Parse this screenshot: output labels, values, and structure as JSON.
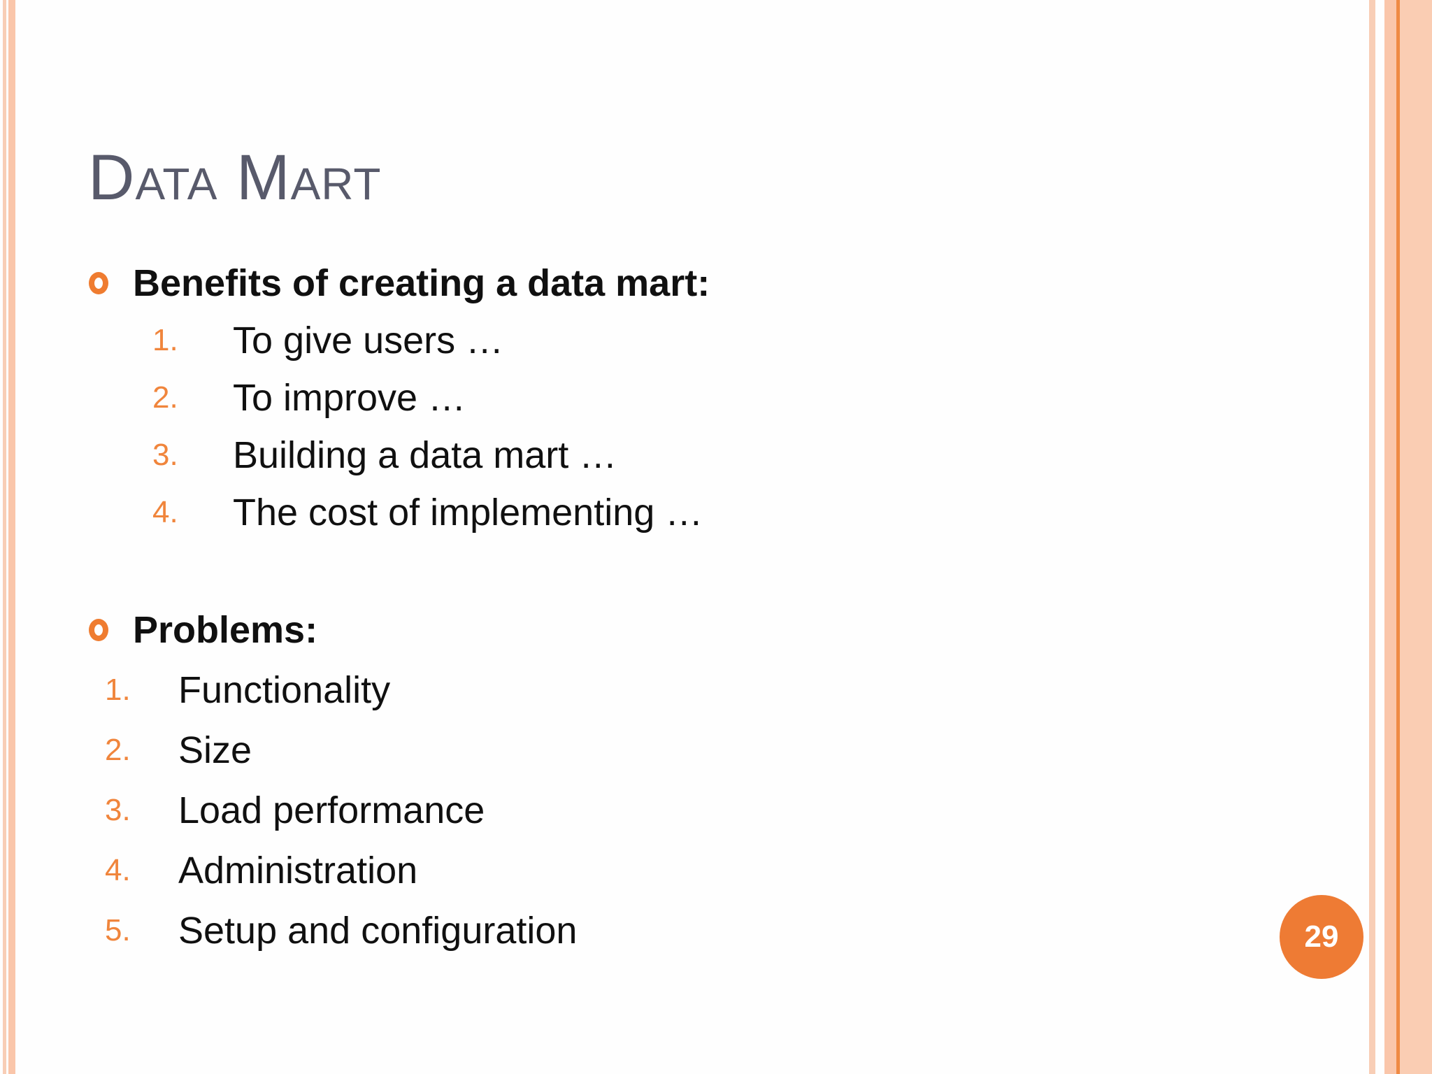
{
  "slide": {
    "title": "Data Mart",
    "page_number": "29"
  },
  "colors": {
    "accent_orange": "#EF7C30",
    "number_orange": "#F0853C",
    "badge_orange": "#EE7B34",
    "stripe_salmon": "#FAC6AA",
    "stripe_light": "#F8CEB6",
    "title_gray": "#585A6B"
  },
  "icons": {
    "bullet": "circle-ring"
  },
  "sections": {
    "benefits": {
      "header": "Benefits of creating a data mart:",
      "items": [
        {
          "num": "1.",
          "text": "To give users …"
        },
        {
          "num": "2.",
          "text": "To improve …"
        },
        {
          "num": "3.",
          "text": "Building a data mart …"
        },
        {
          "num": "4.",
          "text": "The cost of implementing …"
        }
      ]
    },
    "problems": {
      "header": "Problems:",
      "items": [
        {
          "num": "1.",
          "text": "Functionality"
        },
        {
          "num": "2.",
          "text": "Size"
        },
        {
          "num": "3.",
          "text": "Load performance"
        },
        {
          "num": "4.",
          "text": "Administration"
        },
        {
          "num": "5.",
          "text": "Setup and configuration"
        }
      ]
    }
  }
}
